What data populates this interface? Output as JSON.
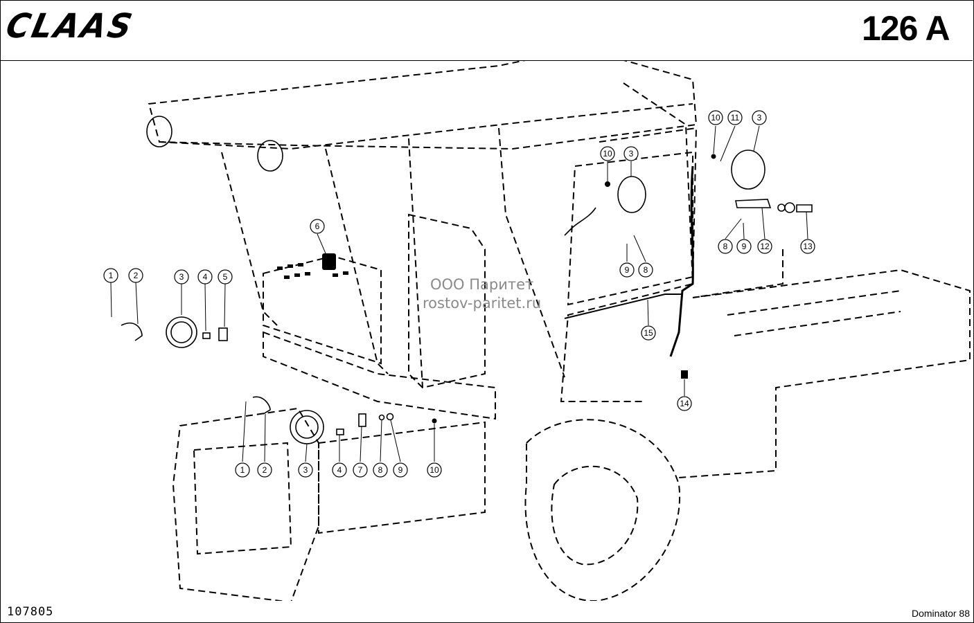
{
  "header": {
    "brand_logo": "CLAAS",
    "page_code": "126 A"
  },
  "footer": {
    "drawing_number": "107805",
    "model": "Dominator 88"
  },
  "watermark": {
    "line1": "ООО Паритет",
    "line2": "rostov-paritet.ru"
  },
  "callouts": [
    {
      "id": "c-left-1",
      "label": "1"
    },
    {
      "id": "c-left-2",
      "label": "2"
    },
    {
      "id": "c-left-3",
      "label": "3"
    },
    {
      "id": "c-left-4",
      "label": "4"
    },
    {
      "id": "c-left-5",
      "label": "5"
    },
    {
      "id": "c-center-6",
      "label": "6"
    },
    {
      "id": "c-low-1",
      "label": "1"
    },
    {
      "id": "c-low-2",
      "label": "2"
    },
    {
      "id": "c-low-3",
      "label": "3"
    },
    {
      "id": "c-low-4",
      "label": "4"
    },
    {
      "id": "c-low-7",
      "label": "7"
    },
    {
      "id": "c-low-8",
      "label": "8"
    },
    {
      "id": "c-low-9",
      "label": "9"
    },
    {
      "id": "c-low-10",
      "label": "10"
    },
    {
      "id": "c-mid-10",
      "label": "10"
    },
    {
      "id": "c-mid-3",
      "label": "3"
    },
    {
      "id": "c-mid-9",
      "label": "9"
    },
    {
      "id": "c-mid-8",
      "label": "8"
    },
    {
      "id": "c-right-10",
      "label": "10"
    },
    {
      "id": "c-right-11",
      "label": "11"
    },
    {
      "id": "c-right-3",
      "label": "3"
    },
    {
      "id": "c-right-8",
      "label": "8"
    },
    {
      "id": "c-right-9",
      "label": "9"
    },
    {
      "id": "c-right-12",
      "label": "12"
    },
    {
      "id": "c-right-13",
      "label": "13"
    },
    {
      "id": "c-harness-15",
      "label": "15"
    },
    {
      "id": "c-bolt-14",
      "label": "14"
    }
  ]
}
